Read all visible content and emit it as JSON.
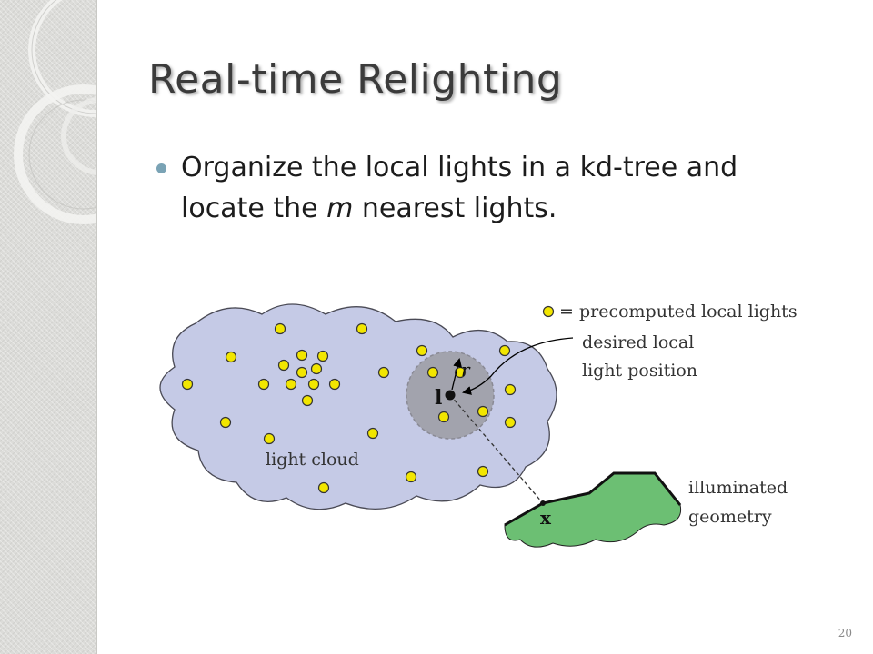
{
  "slide": {
    "title": "Real-time Relighting",
    "bullet": {
      "before": "Organize the local lights in a kd-tree and locate the ",
      "emphasis": "m",
      "after": " nearest lights."
    },
    "page_number": "20"
  },
  "diagram": {
    "legend_label": "= precomputed local lights",
    "desired_label_line1": "desired local",
    "desired_label_line2": "light position",
    "radius_label": "r",
    "light_label": "l",
    "cloud_label": "light cloud",
    "point_label": "x",
    "geometry_label_line1": "illuminated",
    "geometry_label_line2": "geometry",
    "colors": {
      "cloud_fill": "#c5cae6",
      "light_fill": "#f2e600",
      "search_region_fill": "#a2a3ad",
      "geometry_fill": "#6cbf73",
      "bullet": "#7aa3b5"
    }
  }
}
